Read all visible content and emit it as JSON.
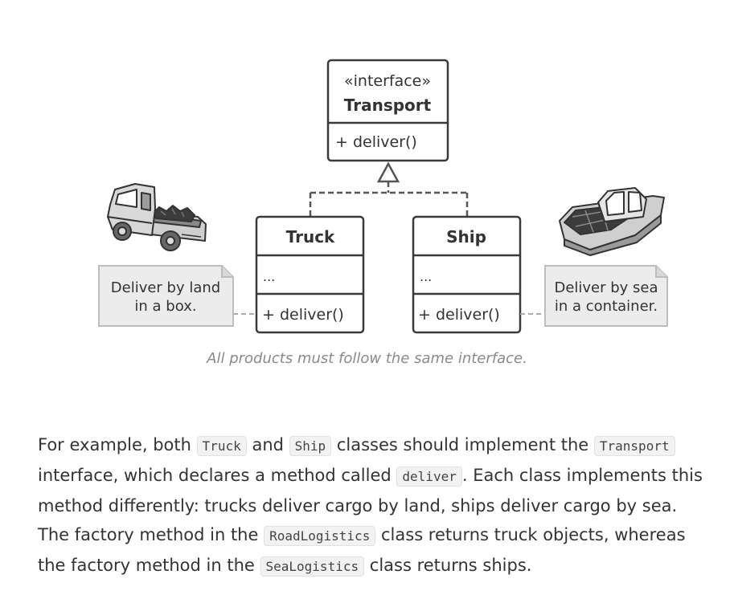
{
  "diagram": {
    "interface": {
      "stereotype": "«interface»",
      "name": "Transport",
      "method": "+ deliver()"
    },
    "classes": [
      {
        "name": "Truck",
        "fields": "...",
        "method": "+ deliver()"
      },
      {
        "name": "Ship",
        "fields": "...",
        "method": "+ deliver()"
      }
    ],
    "notes": [
      {
        "line1": "Deliver by land",
        "line2": "in a box."
      },
      {
        "line1": "Deliver by sea",
        "line2": "in a container."
      }
    ],
    "icons": [
      "truck-icon",
      "boat-icon"
    ]
  },
  "caption": "All products must follow the same interface.",
  "paragraph": {
    "t1": "For example, both ",
    "c1": "Truck",
    "t2": " and ",
    "c2": "Ship",
    "t3": " classes should implement the ",
    "c3": "Transport",
    "t4": " interface, which declares a method called ",
    "c4": "deliver",
    "t5": ". Each class implements this method differently: trucks deliver cargo by land, ships deliver cargo by sea. The factory method in the ",
    "c5": "RoadLogistics",
    "t6": " class returns truck objects, whereas the factory method in the ",
    "c6": "SeaLogistics",
    "t7": " class returns ships."
  }
}
